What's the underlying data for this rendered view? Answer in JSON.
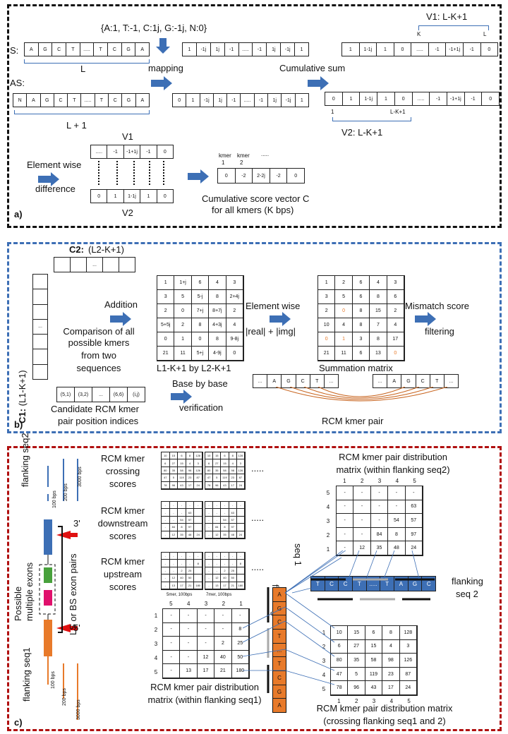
{
  "panel_a": {
    "label": "a)",
    "mapping_dict": "{A:1, T:-1, C:1j, G:-1j, N:0}",
    "s_label": "S:",
    "as_label": "AS:",
    "s_seq": [
      "A",
      "G",
      "C",
      "T",
      ".....",
      "T",
      "C",
      "G",
      "A"
    ],
    "as_seq": [
      "N",
      "A",
      "G",
      "C",
      "T",
      ".....",
      "T",
      "C",
      "G",
      "A"
    ],
    "L_label": "L",
    "L1_label": "L + 1",
    "mapping_label": "mapping",
    "s_mapped": [
      "1",
      "-1j",
      "1j",
      "-1",
      ".....",
      "-1",
      "1j",
      "-1j",
      "1"
    ],
    "as_mapped": [
      "0",
      "1",
      "-1j",
      "1j",
      "-1",
      ".....",
      "-1",
      "1j",
      "-1j",
      "1"
    ],
    "cumsum_label": "Cumulative sum",
    "v1_title": "V1: L-K+1",
    "v1_k": "K",
    "v1_l": "L",
    "s_cum": [
      "1",
      "1-1j",
      "1",
      "0",
      ".....",
      "-1",
      "-1+1j",
      "-1",
      "0"
    ],
    "as_cum": [
      "0",
      "1",
      "1-1j",
      "1",
      "0",
      ".....",
      "-1",
      "-1+1j",
      "-1",
      "0"
    ],
    "v2_1": "1",
    "v2_lk1": "L-K+1",
    "v2_title": "V2: L-K+1",
    "elem_label1": "Element wise",
    "elem_label2": "difference",
    "v1_label": "V1",
    "v2_label": "V2",
    "v1_cells": [
      ".....",
      "-1",
      "-1+1j",
      "-1",
      "0"
    ],
    "v2_cells": [
      "0",
      "1",
      "1-1j",
      "1",
      "0"
    ],
    "kmer_hdr": [
      "kmer\n1",
      "kmer\n2",
      "....."
    ],
    "kmer1": "kmer",
    "kmer1n": "1",
    "kmer2": "kmer",
    "kmer2n": "2",
    "kmer_dots": ".....",
    "c_cells": [
      "0",
      "-2",
      "2-2j",
      "-2",
      "0"
    ],
    "c_label1": "Cumulative score vector C",
    "c_label2": "for all kmers (K bps)"
  },
  "panel_b": {
    "label": "b)",
    "c2_label": "C2:",
    "c2_len": "(L2-K+1)",
    "c2_cells": [
      "",
      "",
      "...",
      "",
      ""
    ],
    "c1_label": "C1:",
    "c1_len": "(L1-K+1)",
    "addition": "Addition",
    "comp1": "Comparison of all",
    "comp2": "possible kmers",
    "comp3": "from two",
    "comp4": "sequences",
    "matrix1": [
      [
        "1",
        "1+j",
        "6",
        "4",
        "3"
      ],
      [
        "3",
        "5",
        "5-j",
        "8",
        "2+4j"
      ],
      [
        "2",
        "0",
        "7+j",
        "8+7j",
        "2"
      ],
      [
        "5+5j",
        "2",
        "8",
        "4+3j",
        "4"
      ],
      [
        "0",
        "1",
        "0",
        "8",
        "9-8j"
      ],
      [
        "21",
        "11",
        "5+j",
        "4-9j",
        "0"
      ]
    ],
    "matrix1_label": "L1-K+1 by L2-K+1",
    "elem1": "Element wise",
    "elem2": "|real| + |img|",
    "matrix2": [
      [
        "1",
        "2",
        "6",
        "4",
        "3"
      ],
      [
        "3",
        "5",
        "6",
        "8",
        "6"
      ],
      [
        "2",
        "0",
        "8",
        "15",
        "2"
      ],
      [
        "10",
        "4",
        "8",
        "7",
        "4"
      ],
      [
        "0",
        "1",
        "3",
        "8",
        "17"
      ],
      [
        "21",
        "11",
        "6",
        "13",
        "0"
      ]
    ],
    "matrix2_label": "Summation matrix",
    "mismatch1": "Mismatch score",
    "mismatch2": "filtering",
    "cand_cells": [
      "(5,1)",
      "(3,2)",
      "...",
      "(6,6)",
      "(i,j)"
    ],
    "cand1": "Candidate RCM kmer",
    "cand2": "pair position indices",
    "base1": "Base by base",
    "base2": "verification",
    "rcm_left": [
      "...",
      "A",
      "G",
      "C",
      "T",
      "..."
    ],
    "rcm_right": [
      "...",
      "A",
      "G",
      "C",
      "T",
      "..."
    ],
    "rcm_label": "RCM kmer pair"
  },
  "panel_c": {
    "label": "c)",
    "flank2": "flanking seq2",
    "flank1": "flanking seq1",
    "bps": [
      "100 bps",
      "200 bps",
      "3000 bps"
    ],
    "three": "3'",
    "five": "5'",
    "possible1": "Possible",
    "possible2": "multiple exons",
    "lsbs": "LS or BS exon pairs",
    "crossing1": "RCM kmer",
    "crossing2": "crossing",
    "crossing3": "scores",
    "down1": "RCM kmer",
    "down2": "downstream",
    "down3": "scores",
    "up1": "RCM kmer",
    "up2": "upstream",
    "up3": "scores",
    "dots": ".....",
    "mer5": "5mer, 100bps",
    "mer7": "7mer, 100bps",
    "cross_mini": [
      [
        "10",
        "15",
        "6",
        "8",
        "128"
      ],
      [
        "6",
        "27",
        "15",
        "4",
        "3"
      ],
      [
        "80",
        "35",
        "58",
        "98",
        "126"
      ],
      [
        "47",
        "5",
        "119",
        "23",
        "87"
      ],
      [
        "78",
        "96",
        "43",
        "17",
        "24"
      ]
    ],
    "down_mini": [
      [
        "-",
        "-",
        "-",
        "-",
        "-"
      ],
      [
        "-",
        "-",
        "-",
        "63",
        ""
      ],
      [
        "-",
        "-",
        "54",
        "57",
        ""
      ],
      [
        "-",
        "84",
        "8",
        "97",
        ""
      ],
      [
        "-",
        "12",
        "35",
        "48",
        "24"
      ]
    ],
    "up_mini": [
      [
        "-",
        "-",
        "-",
        "-",
        "-"
      ],
      [
        "-",
        "-",
        "-",
        "-",
        "8"
      ],
      [
        "-",
        "-",
        "2",
        "25",
        ""
      ],
      [
        "-",
        "12",
        "40",
        "50",
        ""
      ],
      [
        "-",
        "13",
        "17",
        "21",
        "180"
      ]
    ],
    "dist2_title1": "RCM kmer pair distribution",
    "dist2_title2": "matrix (within flanking seq2)",
    "dist2_cols": [
      "1",
      "2",
      "3",
      "4",
      "5"
    ],
    "dist2_rows": [
      "5",
      "4",
      "3",
      "2",
      "1"
    ],
    "dist2": [
      [
        "-",
        "-",
        "-",
        "-",
        "-"
      ],
      [
        "-",
        "-",
        "-",
        "-",
        "63"
      ],
      [
        "-",
        "-",
        "-",
        "54",
        "57"
      ],
      [
        "-",
        "-",
        "84",
        "8",
        "97"
      ],
      [
        "-",
        "12",
        "35",
        "48",
        "24"
      ]
    ],
    "seq2_cells": [
      "T",
      "C",
      "C",
      "T",
      ".....",
      "T",
      "A",
      "G",
      "C"
    ],
    "flank_seq2_1": "flanking",
    "flank_seq2_2": "seq 2",
    "flank_seq1_1": "flanking",
    "flank_seq1_2": "seq 1",
    "seq1_cells": [
      "A",
      "G",
      "C",
      "T",
      "...",
      "T",
      "C",
      "G",
      "A"
    ],
    "dist1_cols": [
      "5",
      "4",
      "3",
      "2",
      "1"
    ],
    "dist1_rows": [
      "1",
      "2",
      "3",
      "4",
      "5"
    ],
    "dist1": [
      [
        "-",
        "-",
        "-",
        "-",
        "-"
      ],
      [
        "-",
        "-",
        "-",
        "-",
        "8"
      ],
      [
        "-",
        "-",
        "-",
        "2",
        "25"
      ],
      [
        "-",
        "-",
        "12",
        "40",
        "50"
      ],
      [
        "-",
        "13",
        "17",
        "21",
        "180"
      ]
    ],
    "dist1_title1": "RCM kmer pair distribution",
    "dist1_title2": "matrix (within flanking seq1)",
    "dist3_rows": [
      "1",
      "2",
      "3",
      "4",
      "5"
    ],
    "dist3_cols": [
      "1",
      "2",
      "3",
      "4",
      "5"
    ],
    "dist3": [
      [
        "10",
        "15",
        "6",
        "8",
        "128"
      ],
      [
        "6",
        "27",
        "15",
        "4",
        "3"
      ],
      [
        "80",
        "35",
        "58",
        "98",
        "126"
      ],
      [
        "47",
        "5",
        "119",
        "23",
        "87"
      ],
      [
        "78",
        "96",
        "43",
        "17",
        "24"
      ]
    ],
    "dist3_title1": "RCM kmer pair distribution matrix",
    "dist3_title2": "(crossing flanking seq1 and 2)"
  }
}
